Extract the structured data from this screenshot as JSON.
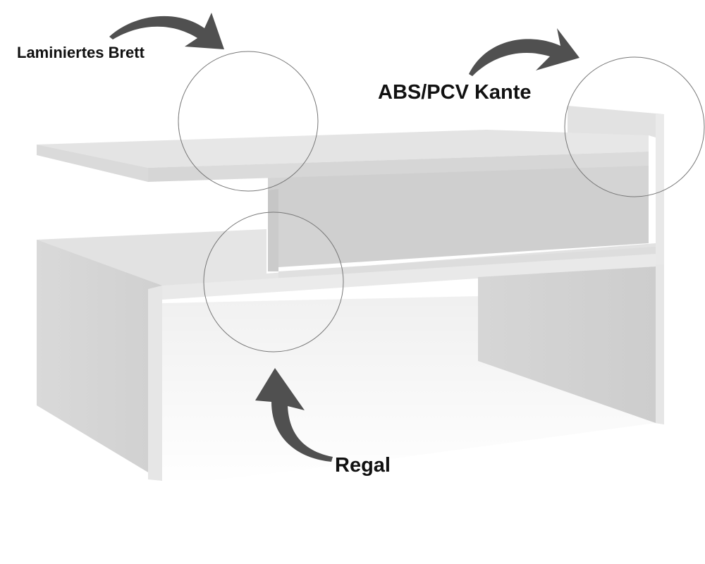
{
  "labels": {
    "laminated_board": "Laminiertes Brett",
    "edge_banding": "ABS/PCV Kante",
    "shelf": "Regal"
  },
  "colors": {
    "board_top": "#e6e6e6",
    "board_front": "#dcdcdc",
    "board_side": "#d2d2d2",
    "arrow": "#505050",
    "magnifier_outline": "#777777"
  },
  "icons": {
    "arrow": "curved-arrow-icon",
    "magnifier": "magnifier-circle"
  }
}
